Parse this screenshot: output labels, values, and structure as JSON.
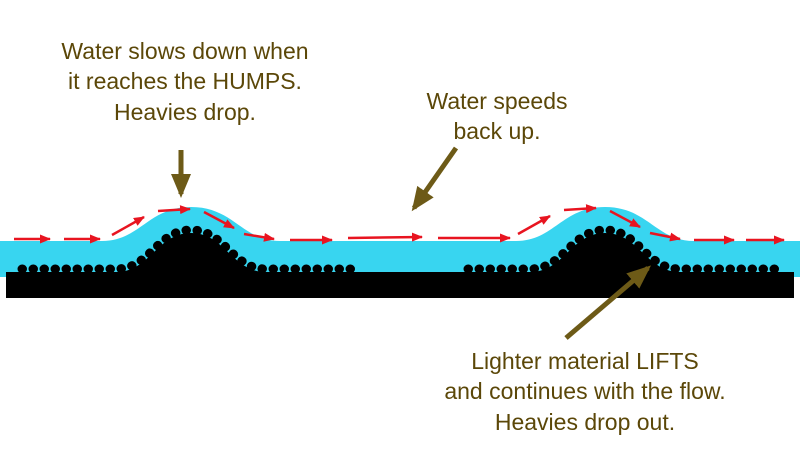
{
  "colors": {
    "background": "#ffffff",
    "text": "#5b4708",
    "pointer_arrow": "#6d5a17",
    "water": "#38d5f0",
    "mat": "#000000",
    "flow_arrow": "#e81420"
  },
  "annotations": {
    "slow_down": {
      "text": "Water slows down when\nit reaches the HUMPS.\nHeavies drop."
    },
    "speed_up": {
      "text": "Water speeds\nback up."
    },
    "lighter_lifts": {
      "text": "Lighter material LIFTS\nand continues with the flow.\nHeavies drop out."
    }
  },
  "diagram": {
    "flow_direction": "left-to-right",
    "hump_count": 2
  }
}
